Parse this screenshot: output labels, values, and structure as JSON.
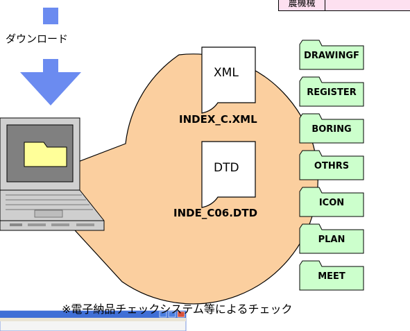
{
  "download_label": "ダウンロード",
  "top_right_label": "農機械",
  "files": [
    {
      "icon_text": "XML",
      "name": "INDEX_C.XML"
    },
    {
      "icon_text": "DTD",
      "name": "INDE_C06.DTD"
    }
  ],
  "folders": [
    "DRAWINGF",
    "REGISTER",
    "BORING",
    "OTHRS",
    "ICON",
    "PLAN",
    "MEET"
  ],
  "footer_note": "※電子納品チェックシステム等によるチェック",
  "colors": {
    "balloon_fill": "#fbcf9f",
    "folder_fill": "#ccffcc",
    "arrow_fill": "#6b8bf0",
    "folder_icon_fill": "#ffff99",
    "computer_fill": "#d4d4d4",
    "table_fill": "#fde0f0"
  }
}
